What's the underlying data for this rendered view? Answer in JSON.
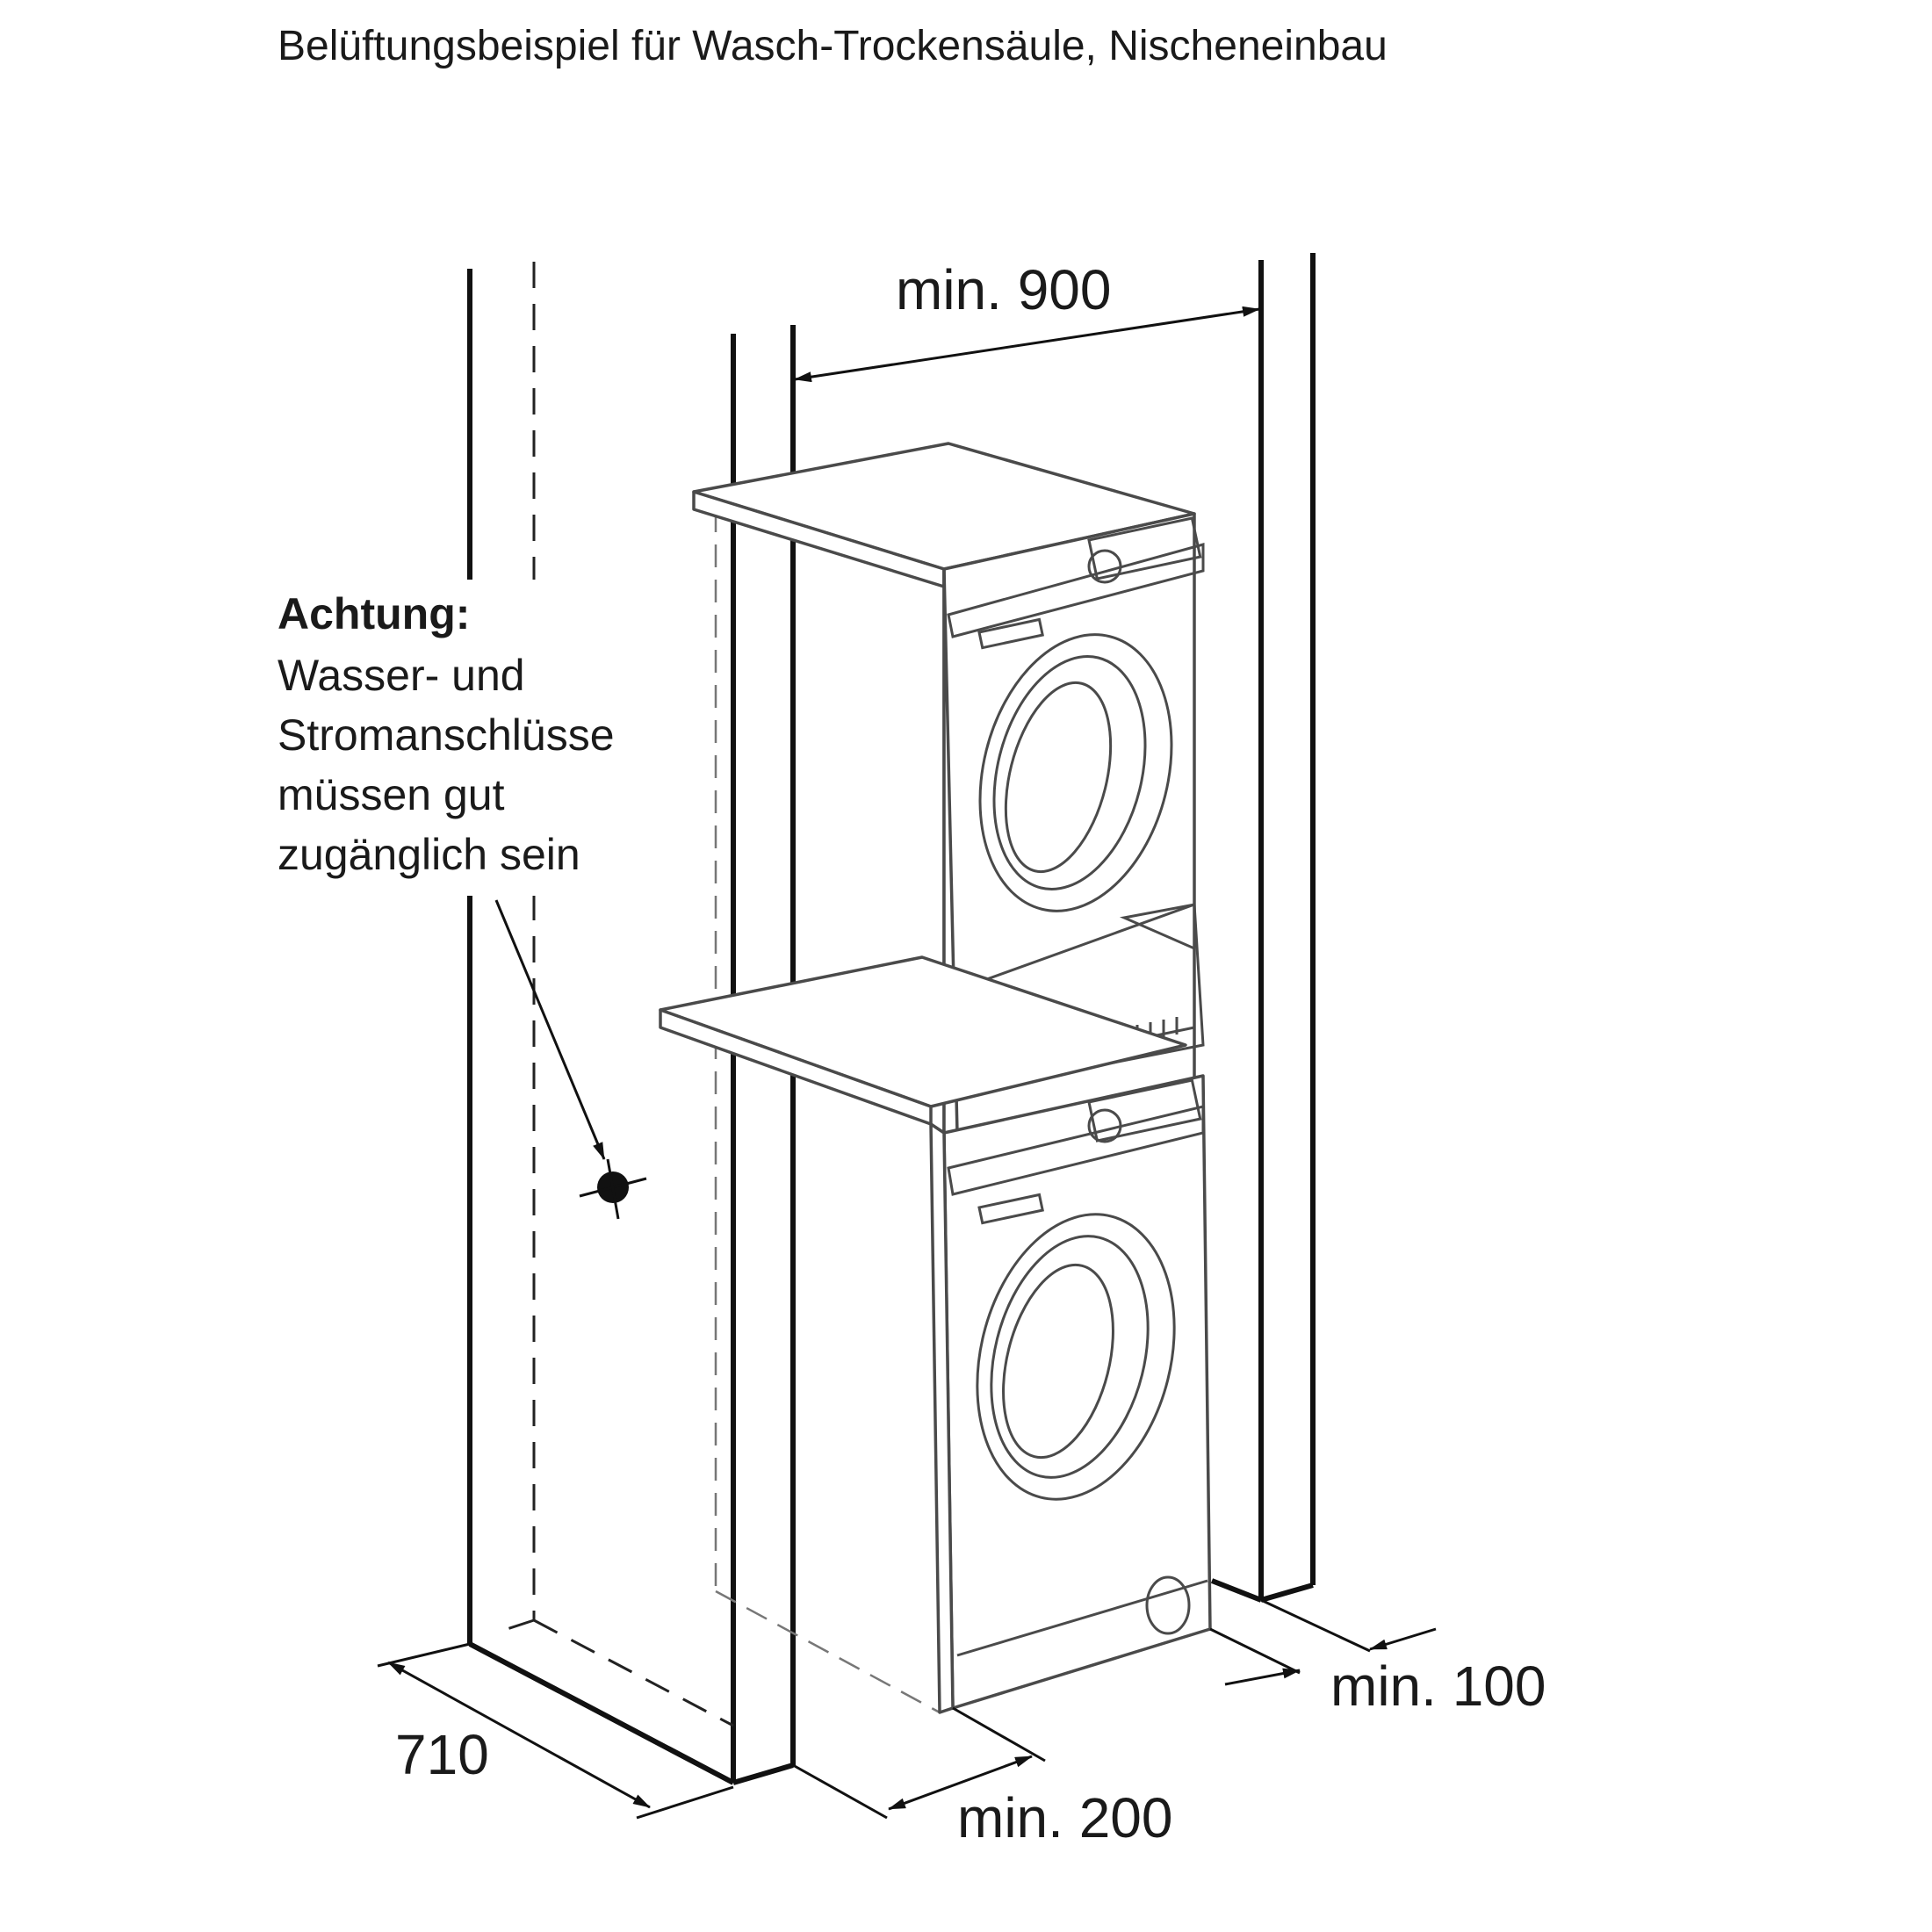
{
  "title": "Belüftungsbeispiel für Wasch-Trockensäule, Nischeneinbau",
  "dimensions": {
    "width_niche": "min. 900",
    "depth": "710",
    "front_clearance": "min. 200",
    "rear_clearance": "min. 100"
  },
  "warning": {
    "heading": "Achtung:",
    "line1": "Wasser- und",
    "line2": "Stromanschlüsse",
    "line3": "müssen gut",
    "line4": "zugänglich sein"
  }
}
